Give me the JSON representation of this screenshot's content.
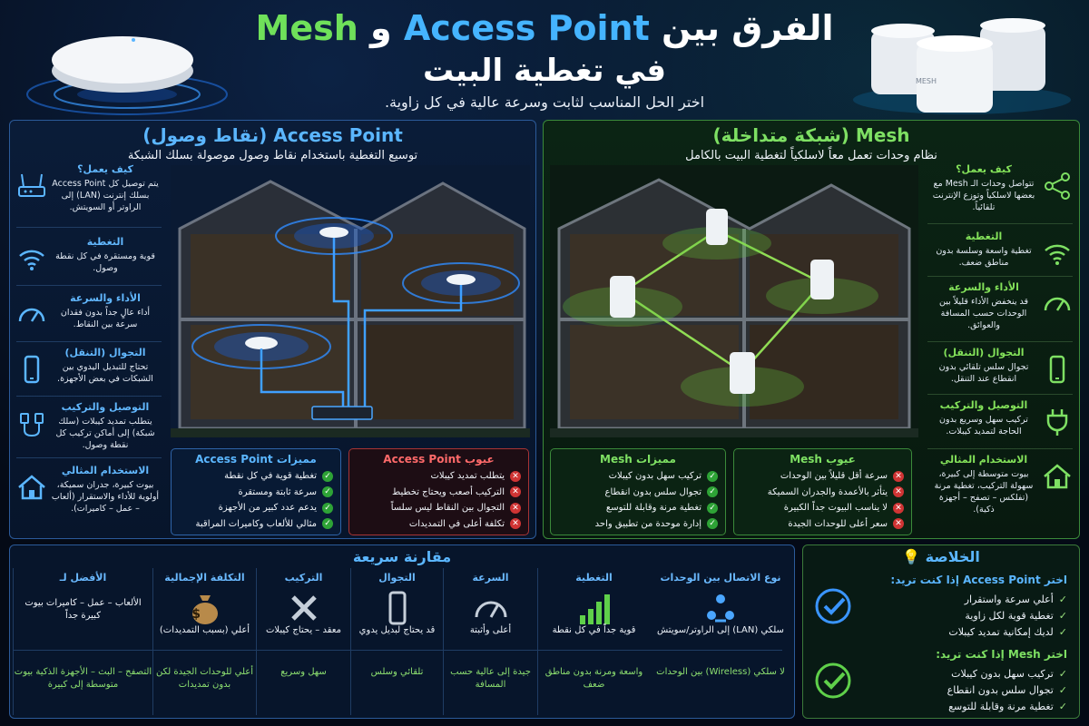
{
  "header": {
    "title_part1": "الفرق بين",
    "title_ap": "Access Point",
    "title_and": "و",
    "title_mesh": "Mesh",
    "title_line2": "في تغطية البيت",
    "subtitle": "اختر الحل المناسب لثابت وسرعة عالية في كل زاوية."
  },
  "ap": {
    "title": "Access Point (نقاط وصول)",
    "subtitle": "توسيع التغطية باستخدام نقاط وصول موصولة بسلك الشبكة",
    "side": [
      {
        "label": "كيف يعمل؟",
        "text": "يتم توصيل كل Access Point بسلك إنترنت (LAN) إلى الراوتر أو السويتش.",
        "icon": "router-icon"
      },
      {
        "label": "التغطية",
        "text": "قوية ومستقرة في كل نقطة وصول.",
        "icon": "wifi-icon"
      },
      {
        "label": "الأداء والسرعة",
        "text": "أداء عالٍ جداً بدون فقدان سرعة بين النقاط.",
        "icon": "speedometer-icon"
      },
      {
        "label": "التجوال (التنقل)",
        "text": "تحتاج للتبديل اليدوي بين الشبكات في بعض الأجهزة.",
        "icon": "phone-icon"
      },
      {
        "label": "التوصيل والتركيب",
        "text": "يتطلب تمديد كيبلات (سلك شبكة) إلى أماكن تركيب كل نقطة وصول.",
        "icon": "cable-icon"
      },
      {
        "label": "الاستخدام المثالي",
        "text": "بيوت كبيرة، جدران سميكة، أولوية للأداء والاستقرار (ألعاب – عمل – كاميرات).",
        "icon": "home-icon"
      }
    ],
    "pros_title": "مميزات Access Point",
    "pros": [
      "تغطية قوية في كل نقطة",
      "سرعة ثابتة ومستقرة",
      "يدعم عدد كبير من الأجهزة",
      "مثالي للألعاب وكاميرات المراقبة"
    ],
    "cons_title": "عيوب Access Point",
    "cons": [
      "يتطلب تمديد كيبلات",
      "التركيب أصعب ويحتاج تخطيط",
      "التجوال بين النقاط ليس سلساً",
      "تكلفة أعلى في التمديدات"
    ]
  },
  "mesh": {
    "title": "Mesh (شبكة متداخلة)",
    "subtitle": "نظام وحدات تعمل معاً لاسلكياً لتغطية البيت بالكامل",
    "side": [
      {
        "label": "كيف يعمل؟",
        "text": "تتواصل وحدات الـ Mesh مع بعضها لاسلكياً وتوزع الإنترنت تلقائياً.",
        "icon": "network-icon"
      },
      {
        "label": "التغطية",
        "text": "تغطية واسعة وسلسة بدون مناطق ضعف.",
        "icon": "wifi-icon"
      },
      {
        "label": "الأداء والسرعة",
        "text": "قد ينخفض الأداء قليلاً بين الوحدات حسب المسافة والعوائق.",
        "icon": "speedometer-icon"
      },
      {
        "label": "التجوال (التنقل)",
        "text": "تجوال سلس تلقائي بدون انقطاع عند التنقل.",
        "icon": "phone-icon"
      },
      {
        "label": "التوصيل والتركيب",
        "text": "تركيب سهل وسريع بدون الحاجة لتمديد كيبلات.",
        "icon": "plug-icon"
      },
      {
        "label": "الاستخدام المثالي",
        "text": "بيوت متوسطة إلى كبيرة، سهولة التركيب، تغطية مرنة (تفلكس – تصفح – أجهزة ذكية).",
        "icon": "home-icon"
      }
    ],
    "pros_title": "مميزات Mesh",
    "pros": [
      "تركيب سهل بدون كيبلات",
      "تجوال سلس بدون انقطاع",
      "تغطية مرنة وقابلة للتوسع",
      "إدارة موحدة من تطبيق واحد"
    ],
    "cons_title": "عيوب Mesh",
    "cons": [
      "سرعة أقل قليلاً بين الوحدات",
      "يتأثر بالأعمدة والجدران السميكة",
      "لا يناسب البيوت جداً الكبيرة",
      "سعر أعلى للوحدات الجيدة"
    ]
  },
  "comparison": {
    "title": "مقارنة سريعة",
    "columns": [
      {
        "head": "نوع الاتصال بين الوحدات",
        "ap": "سلكي (LAN) إلى الراوتر/سويتش",
        "mesh": "لا سلكي (Wireless) بين الوحدات",
        "icon": "network-nodes-icon"
      },
      {
        "head": "التغطية",
        "ap": "قوية جداً في كل نقطة",
        "mesh": "واسعة ومرنة بدون مناطق ضعف",
        "icon": "signal-bars-icon"
      },
      {
        "head": "السرعة",
        "ap": "أعلى وأثبتة",
        "mesh": "جيدة إلى عالية حسب المسافة",
        "icon": "speedometer-icon"
      },
      {
        "head": "التجوال",
        "ap": "قد يحتاج لبديل يدوي",
        "mesh": "تلقائي وسلس",
        "icon": "phone-icon"
      },
      {
        "head": "التركيب",
        "ap": "معقد – يحتاج كيبلات",
        "mesh": "سهل وسريع",
        "icon": "tools-icon"
      },
      {
        "head": "التكلفة الإجمالية",
        "ap": "أعلي (بسبب التمديدات)",
        "mesh": "أعلي للوحدات الجيدة لكن بدون تمديدات",
        "icon": "money-bag-icon"
      },
      {
        "head": "الأفضل لـ",
        "ap": "الألعاب – عمل – كاميرات بيوت كبيرة جداً",
        "mesh": "التصفح – البث – الأجهزة الذكية بيوت متوسطة إلى كبيرة",
        "icon": ""
      }
    ]
  },
  "summary": {
    "title": "الخلاصة",
    "ap_q": "اختر Access Point إذا كنت تريد:",
    "ap_items": [
      "أعلي سرعة واستقرار",
      "تغطية قوية لكل زاوية",
      "لديك إمكانية تمديد كيبلات"
    ],
    "mesh_q": "اختر Mesh إذا كنت تريد:",
    "mesh_items": [
      "تركيب سهل بدون كيبلات",
      "تجوال سلس بدون انقطاع",
      "تغطية مرنة وقابلة للتوسع"
    ]
  },
  "colors": {
    "ap": "#45b4ff",
    "mesh": "#6fe05a",
    "bg": "#040a16"
  }
}
